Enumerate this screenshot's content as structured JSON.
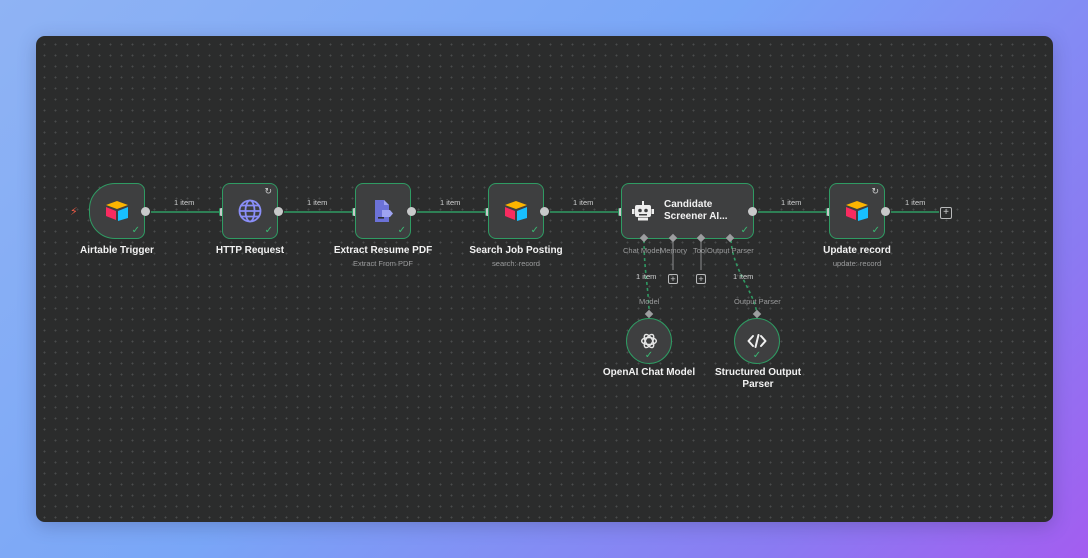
{
  "nodes": {
    "airtable_trigger": {
      "label": "Airtable Trigger"
    },
    "http_request": {
      "label": "HTTP Request"
    },
    "extract_pdf": {
      "label": "Extract Resume PDF",
      "subtitle": "Extract From PDF"
    },
    "search_job": {
      "label": "Search Job Posting",
      "subtitle": "search: record"
    },
    "agent": {
      "label_line1": "Candidate",
      "label_line2": "Screener AI..."
    },
    "update_record": {
      "label": "Update record",
      "subtitle": "update: record"
    },
    "openai": {
      "label": "OpenAI Chat Model"
    },
    "parser": {
      "label_line1": "Structured Output",
      "label_line2": "Parser"
    }
  },
  "edges": {
    "e1": "1 item",
    "e2": "1 item",
    "e3": "1 item",
    "e4": "1 item",
    "e5": "1 item",
    "e6": "1 item",
    "e_model": "1 item",
    "e_parser": "1 item"
  },
  "slots": {
    "chat_model": "Chat Model",
    "memory": "Memory",
    "tool": "Tool",
    "output_parser": "Output Parser",
    "model_target": "Model",
    "parser_target": "Output Parser"
  },
  "icons": {
    "airtable": "airtable-icon",
    "globe": "globe-icon",
    "pdf": "file-extract-icon",
    "robot": "robot-icon",
    "openai": "openai-icon",
    "code": "code-icon"
  },
  "colors": {
    "connection": "#2f9b63",
    "success": "#3bb873",
    "trigger": "#ef5a45"
  }
}
